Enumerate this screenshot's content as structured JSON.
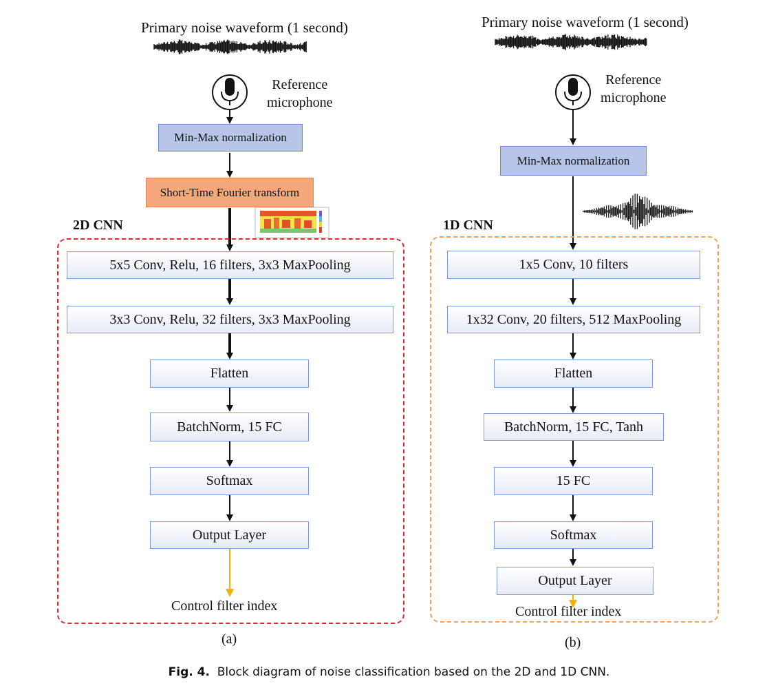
{
  "panel_a": {
    "waveform_title": "Primary noise waveform (1 second)",
    "reference_label_line1": "Reference",
    "reference_label_line2": "microphone",
    "norm_label": "Min-Max normalization",
    "stft_label": "Short-Time Fourier transform",
    "section_label": "2D CNN",
    "layers": [
      "5x5 Conv, Relu, 16 filters, 3x3 MaxPooling",
      "3x3 Conv, Relu, 32 filters, 3x3 MaxPooling",
      "Flatten",
      "BatchNorm, 15 FC",
      "Softmax",
      "Output Layer"
    ],
    "output_label": "Control filter index",
    "sublabel": "(a)"
  },
  "panel_b": {
    "waveform_title": "Primary noise waveform (1 second)",
    "reference_label_line1": "Reference",
    "reference_label_line2": "microphone",
    "norm_label": "Min-Max normalization",
    "section_label": "1D CNN",
    "layers": [
      "1x5 Conv, 10 filters",
      "1x32 Conv, 20 filters, 512 MaxPooling",
      "Flatten",
      "BatchNorm, 15 FC, Tanh",
      "15 FC",
      "Softmax",
      "Output Layer"
    ],
    "output_label": "Control filter index",
    "sublabel": "(b)"
  },
  "caption": {
    "prefix": "Fig. 4.",
    "text": "Block diagram of noise classification based on the 2D and 1D CNN."
  },
  "colors": {
    "dashed_2d": "#e0262a",
    "dashed_1d": "#f2a15b",
    "output_arrow": "#f0b400",
    "box_border": "#7f98cf",
    "stft_fill": "#f3a77a",
    "norm_fill": "#b7c5e8"
  }
}
